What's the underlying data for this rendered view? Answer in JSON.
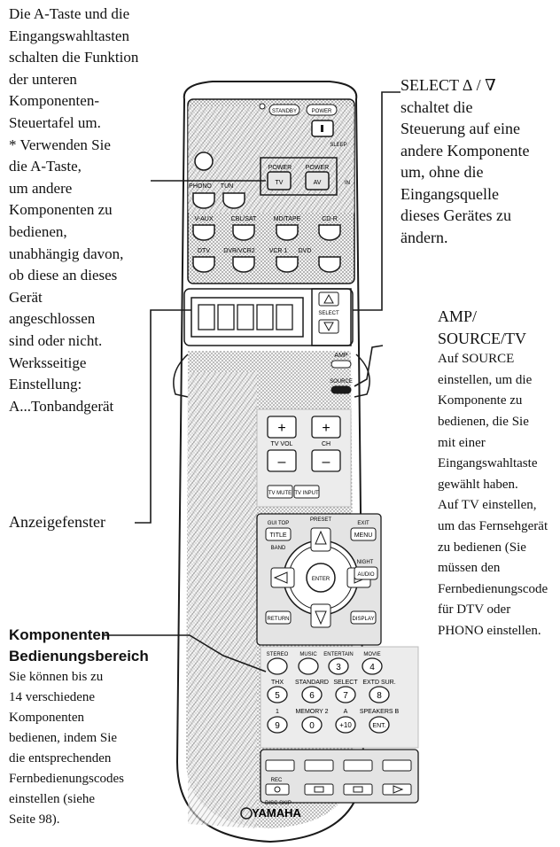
{
  "annotations": {
    "a_key": {
      "lines": [
        "Die A-Taste und die",
        "Eingangswahltasten",
        "schalten die Funktion",
        "der unteren",
        "Komponenten-",
        "Steuertafel um.",
        "* Verwenden Sie",
        "die A-Taste,",
        "um andere",
        "Komponenten zu",
        "bedienen,",
        "unabhängig davon,",
        "ob diese an dieses",
        "Gerät",
        "angeschlossen",
        "sind oder nicht.",
        "Werksseitige",
        "Einstellung:",
        "A...Tonbandgerät"
      ]
    },
    "select": {
      "lines": [
        "SELECT ∆ / ∇",
        "schaltet die",
        "Steuerung auf eine",
        "andere Komponente",
        "um, ohne die",
        "Eingangsquelle",
        "dieses Gerätes zu",
        "ändern."
      ]
    },
    "amp_source_tv": {
      "title_lines": [
        "AMP/",
        "SOURCE/TV"
      ],
      "lines": [
        "Auf SOURCE",
        "einstellen, um die",
        "Komponente zu",
        "bedienen, die Sie",
        "mit einer",
        "Eingangswahltaste",
        "gewählt haben.",
        "Auf TV einstellen,",
        "um das Fernsehgerät",
        "zu bedienen (Sie",
        "müssen den",
        "Fernbedienungscode",
        "für DTV oder",
        "PHONO einstellen."
      ]
    },
    "display_window": {
      "label": "Anzeigefenster"
    },
    "component_area": {
      "title_lines": [
        "Komponenten",
        "Bedienungsbereich"
      ],
      "lines": [
        "Sie können bis zu",
        "14 verschiedene",
        "Komponenten",
        "bedienen, indem Sie",
        "die entsprechenden",
        "Fernbedienungscodes",
        "einstellen (siehe",
        "Seite 98)."
      ]
    }
  },
  "remote": {
    "top": {
      "standby": "STANDBY",
      "power": "POWER",
      "sleep": "SLEEP"
    },
    "power_tv_label": "POWER",
    "power_av_label": "POWER",
    "tv": "TV",
    "av": "AV",
    "in": "IN",
    "inputs_row1": [
      "PHONO",
      "TUN"
    ],
    "inputs_row2": [
      "V-AUX",
      "CBL/SAT",
      "MD/TAPE",
      "CD-R"
    ],
    "inputs_row3": [
      "DTV",
      "DVR/VCR2",
      "VCR 1",
      "DVD"
    ],
    "select_label": "SELECT",
    "amp": "AMP",
    "source": "SOURCE",
    "tv_vol": "TV VOL",
    "ch": "CH",
    "tv_mute": "TV MUTE",
    "tv_input": "TV INPUT",
    "guide_top": "GUI TOP",
    "title": "TITLE",
    "band": "BAND",
    "preset": "PRESET",
    "exit": "EXIT",
    "menu": "MENU",
    "enter": "ENTER",
    "night": "NIGHT",
    "audio": "AUDIO",
    "return": "RETURN",
    "display": "DISPLAY",
    "sound_row_labels": [
      "STEREO",
      "MUSIC",
      "ENTERTAIN",
      "MOVIE"
    ],
    "num_row1_labels": [
      "THX",
      "STANDARD",
      "SELECT",
      "EXTD SUR."
    ],
    "num_row1": [
      "5",
      "6",
      "7",
      "8"
    ],
    "num_row2_labels": [
      "1",
      "MEMORY 2",
      "A",
      "SPEAKERS B"
    ],
    "num_row2": [
      "9",
      "0",
      "+10",
      "ENT."
    ],
    "num_row0": [
      "3",
      "4"
    ],
    "brand": "YAMAHA",
    "rec": "REC",
    "disc_skip": "DISC SKIP"
  },
  "colors": {
    "line": "#1a1a1a",
    "panel": "#ececec",
    "button": "#ffffff"
  }
}
